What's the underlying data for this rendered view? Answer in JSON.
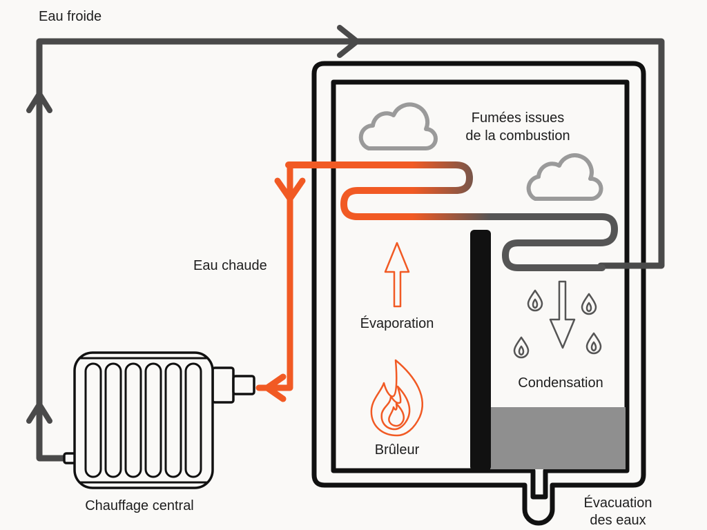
{
  "colors": {
    "background": "#faf9f7",
    "cold_pipe": "#4a4a4a",
    "hot_pipe": "#f15a24",
    "outline": "#111111",
    "water": "#8f8f8f"
  },
  "labels": {
    "cold_water": "Eau froide",
    "hot_water": "Eau chaude",
    "flue_gases_line1": "Fumées issues",
    "flue_gases_line2": "de la combustion",
    "evaporation": "Évaporation",
    "condensation": "Condensation",
    "burner": "Brûleur",
    "central_heating": "Chauffage central",
    "drain_line1": "Évacuation",
    "drain_line2": "des eaux"
  },
  "icons": [
    "cloud-icon",
    "cloud-icon",
    "flame-icon",
    "droplet-icon",
    "up-arrow-icon",
    "down-arrow-icon",
    "radiator-icon"
  ]
}
